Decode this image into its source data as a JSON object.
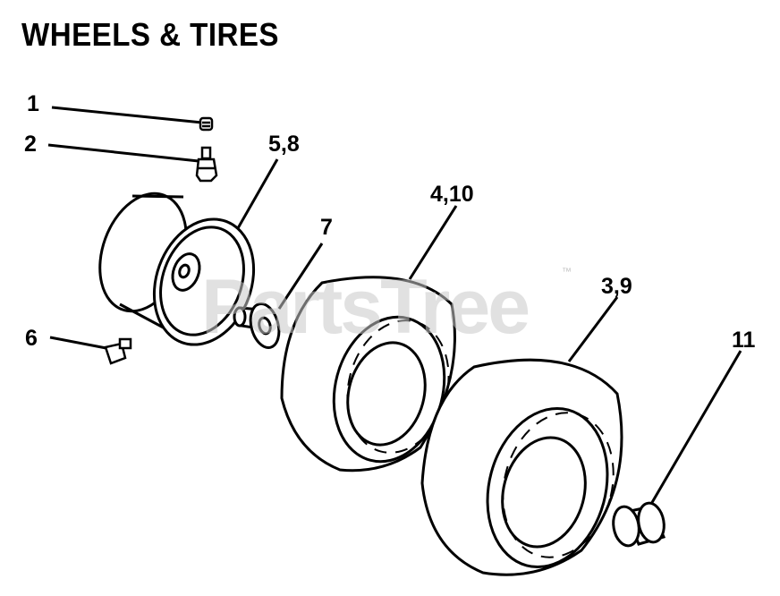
{
  "title": "WHEELS & TIRES",
  "watermark": {
    "text": "PartsTree",
    "tm": "™"
  },
  "callouts": [
    "1",
    "2",
    "5,8",
    "7",
    "4,10",
    "3,9",
    "6",
    "11"
  ],
  "parts": [
    "valve-cap",
    "valve-stem",
    "rim",
    "bushing",
    "front-tire",
    "rear-tire",
    "grease-fitting",
    "cap"
  ]
}
